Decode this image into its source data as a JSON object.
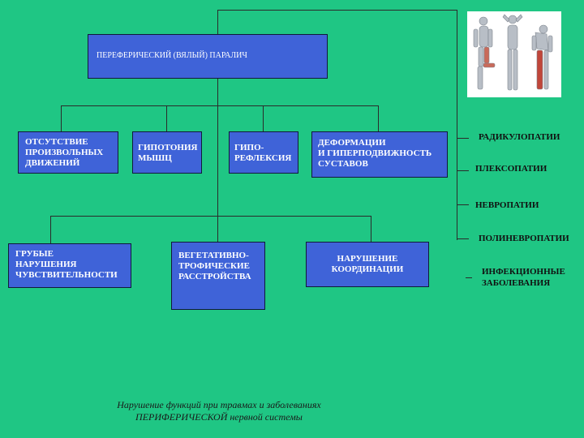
{
  "root": "ПЕРЕФЕРИЧЕСКИЙ  (ВЯЛЫЙ) ПАРАЛИЧ",
  "symptoms_top": [
    "ОТСУТСТВИЕ\nПРОИЗВОЛЬНЫХ\nДВИЖЕНИЙ",
    "ГИПОТОНИЯ\nМЫШЦ",
    "ГИПО-\nРЕФЛЕКСИЯ",
    "ДЕФОРМАЦИИ\nИ ГИПЕРПОДВИЖНОСТЬ\nСУСТАВОВ"
  ],
  "symptoms_bottom": [
    "ГРУБЫЕ\nНАРУШЕНИЯ\nЧУВСТВИТЕЛЬНОСТИ",
    "ВЕГЕТАТИВНО-\nТРОФИЧЕСКИЕ\nРАССТРОЙСТВА",
    "НАРУШЕНИЕ\nКООРДИНАЦИИ"
  ],
  "causes": [
    "РАДИКУЛОПАТИИ",
    "ПЛЕКСОПАТИИ",
    "НЕВРОПАТИИ",
    "ПОЛИНЕВРОПАТИИ",
    "ИНФЕКЦИОННЫЕ\nЗАБОЛЕВАНИЯ"
  ],
  "caption": "Нарушение функций при травмах и заболеваниях\nПЕРИФЕРИЧЕСКОЙ  нервной системы",
  "colors": {
    "background": "#1fc684",
    "box": "#3f63d8",
    "lines": "#2b2b2b"
  }
}
